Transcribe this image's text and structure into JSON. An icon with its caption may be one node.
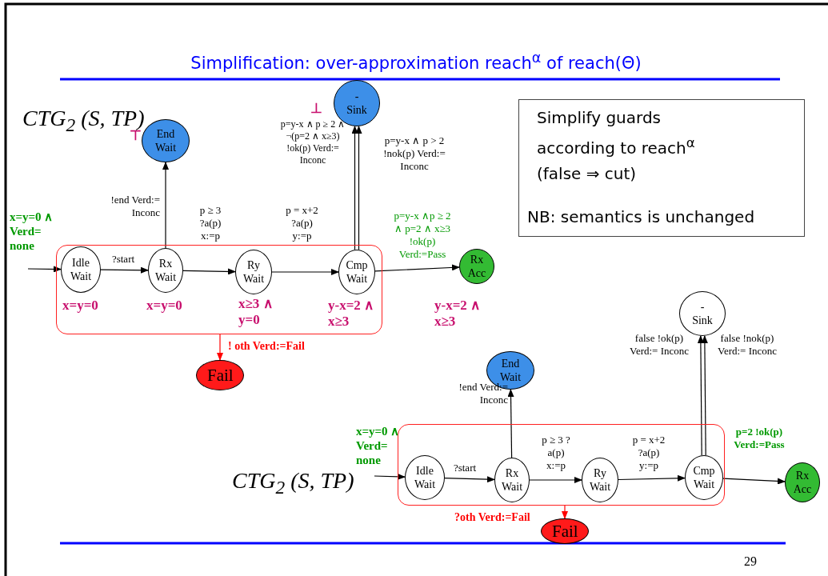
{
  "diagram": {
    "title": "Simplification:  over-approximation reach$^{α}$ of reach(Θ)",
    "nodes": [
      {
        "text": [],
        "shape": "box"
      },
      {
        "text": [
          "Idle Wait"
        ],
        "in": 0,
        "beside": [
          "x=y=0"
        ]
      },
      {
        "text": [
          "Rx Wait"
        ],
        "in": 0,
        "beside": [
          "x=y=0"
        ]
      },
      {
        "text": [
          "Ry Wait"
        ],
        "in": 0,
        "beside": [
          "x≥3 ∧ y=0"
        ]
      },
      {
        "text": [
          "Cmp Wait"
        ],
        "in": 0,
        "beside": [
          "y-x=2 ∧ x≥3"
        ]
      },
      {
        "text": [
          "End Wait"
        ],
        "beside": [
          "⊤"
        ]
      },
      {
        "text": [
          "- Sink"
        ],
        "beside": [
          "⊥"
        ]
      },
      {
        "text": [
          "Rx Acc"
        ],
        "beside": [
          "y-x=2 ∧ x≥3"
        ]
      },
      {
        "text": [
          "Fail"
        ]
      },
      {
        "text": [],
        "shape": "box"
      },
      {
        "text": [
          "Idle Wait"
        ],
        "in": 9
      },
      {
        "text": [
          "Rx Wait"
        ],
        "in": 9
      },
      {
        "text": [
          "Ry Wait"
        ],
        "in": 9
      },
      {
        "text": [
          "Cmp Wait"
        ],
        "in": 9
      },
      {
        "text": [
          "End Wait"
        ]
      },
      {
        "text": [
          "- Sink"
        ]
      },
      {
        "text": [
          "Rx Acc"
        ]
      },
      {
        "text": [
          "Fail"
        ]
      },
      {
        "text": [
          "Simplify guards according to reach$^{α}$ (false ⇒ cut)",
          "NB: semantics is unchanged"
        ]
      }
    ],
    "edges": [
      {
        "from": null,
        "to": 1,
        "arrow": "to",
        "label": "x=y=0 ∧ Verd= none"
      },
      {
        "from": 1,
        "to": 2,
        "arrow": "to",
        "label": "?start"
      },
      {
        "from": 2,
        "to": 3,
        "arrow": "to",
        "label": "p ≥ 3 ?a(p) x:=p"
      },
      {
        "from": 3,
        "to": 4,
        "arrow": "to",
        "label": "p = x+2 ?a(p) y:=p"
      },
      {
        "from": 4,
        "to": 7,
        "arrow": "to",
        "label": "p=y-x ∧p ≥ 2 ∧ p=2 ∧ x≥3 !ok(p) Verd:=Pass"
      },
      {
        "from": 4,
        "to": 6,
        "arrow": "to",
        "label": "p=y-x ∧ p ≥ 2 ∧ ¬(p=2 ∧ x≥3) !ok(p) Verd:= Inconc"
      },
      {
        "from": 4,
        "to": 6,
        "arrow": "to",
        "label": "p=y-x ∧ p > 2 !nok(p) Verd:= Inconc"
      },
      {
        "from": 2,
        "to": 5,
        "arrow": "to",
        "label": "!end Verd:= Inconc"
      },
      {
        "from": 0,
        "to": 8,
        "arrow": "to",
        "label": "! oth Verd:=Fail",
        "color": "#ff0000"
      },
      {
        "from": null,
        "to": 10,
        "arrow": "to",
        "label": "x=y=0 ∧ Verd= none"
      },
      {
        "from": 10,
        "to": 11,
        "arrow": "to",
        "label": "?start"
      },
      {
        "from": 11,
        "to": 12,
        "arrow": "to",
        "label": "p ≥ 3 ?a(p) x:=p"
      },
      {
        "from": 12,
        "to": 13,
        "arrow": "to",
        "label": "p = x+2 ?a(p) y:=p"
      },
      {
        "from": 13,
        "to": 16,
        "arrow": "to",
        "label": "p=2 !ok(p) Verd:=Pass"
      },
      {
        "from": 13,
        "to": 15,
        "arrow": "to",
        "label": "false !ok(p) Verd:= Inconc"
      },
      {
        "from": 13,
        "to": 15,
        "arrow": "to",
        "label": "false !nok(p) Verd:= Inconc"
      },
      {
        "from": 11,
        "to": 14,
        "arrow": "to",
        "label": "!end Verd:= Inconc"
      },
      {
        "from": 9,
        "to": 17,
        "arrow": "to",
        "label": "?oth Verd:=Fail",
        "color": "#ff0000"
      }
    ],
    "labels": [
      "CTG$_{2}$ (S, TP)",
      "CTG$_{2}$ (S, TP)",
      "29"
    ]
  }
}
